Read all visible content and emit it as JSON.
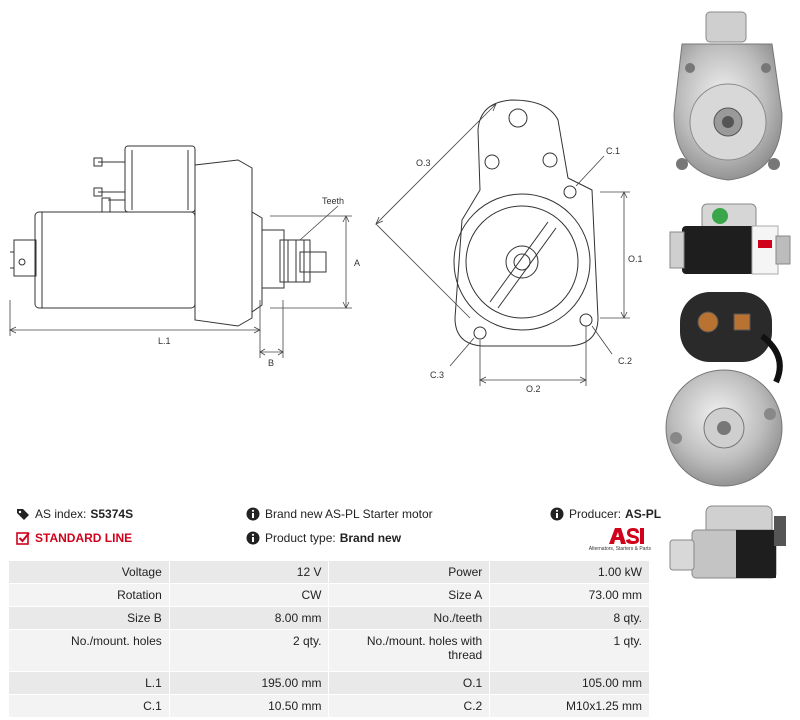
{
  "diagram_labels": {
    "teeth": "Teeth",
    "a": "A",
    "b": "B",
    "l1": "L.1",
    "o3": "O.3",
    "c1": "C.1",
    "o1": "O.1",
    "c2": "C.2",
    "c3": "C.3",
    "o2": "O.2"
  },
  "info": {
    "as_index_label": "AS index:",
    "as_index_value": "S5374S",
    "description": "Brand new AS-PL Starter motor",
    "producer_label": "Producer:",
    "producer_value": "AS-PL",
    "line_label": "STANDARD LINE",
    "product_type_label": "Product type:",
    "product_type_value": "Brand new",
    "logo_tagline": "Alternators, Starters & Parts",
    "colors": {
      "accent_red": "#d0021b",
      "row_dark": "#e9e9e9",
      "row_light": "#f3f3f3"
    }
  },
  "specs": [
    {
      "k1": "Voltage",
      "v1": "12 V",
      "k2": "Power",
      "v2": "1.00 kW"
    },
    {
      "k1": "Rotation",
      "v1": "CW",
      "k2": "Size A",
      "v2": "73.00 mm"
    },
    {
      "k1": "Size B",
      "v1": "8.00 mm",
      "k2": "No./teeth",
      "v2": "8 qty."
    },
    {
      "k1": "No./mount. holes",
      "v1": "2 qty.",
      "k2": "No./mount. holes with thread",
      "v2": "1 qty."
    },
    {
      "k1": "L.1",
      "v1": "195.00 mm",
      "k2": "O.1",
      "v2": "105.00 mm"
    },
    {
      "k1": "C.1",
      "v1": "10.50 mm",
      "k2": "C.2",
      "v2": "M10x1.25 mm"
    }
  ]
}
